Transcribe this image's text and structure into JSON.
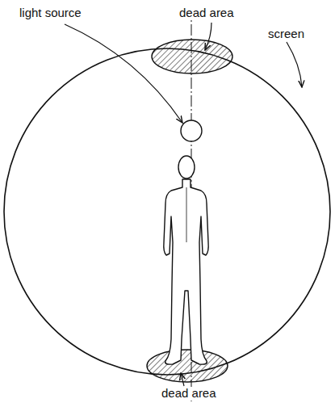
{
  "diagram": {
    "labels": [
      "light source",
      "dead area",
      "screen",
      "dead area"
    ]
  }
}
